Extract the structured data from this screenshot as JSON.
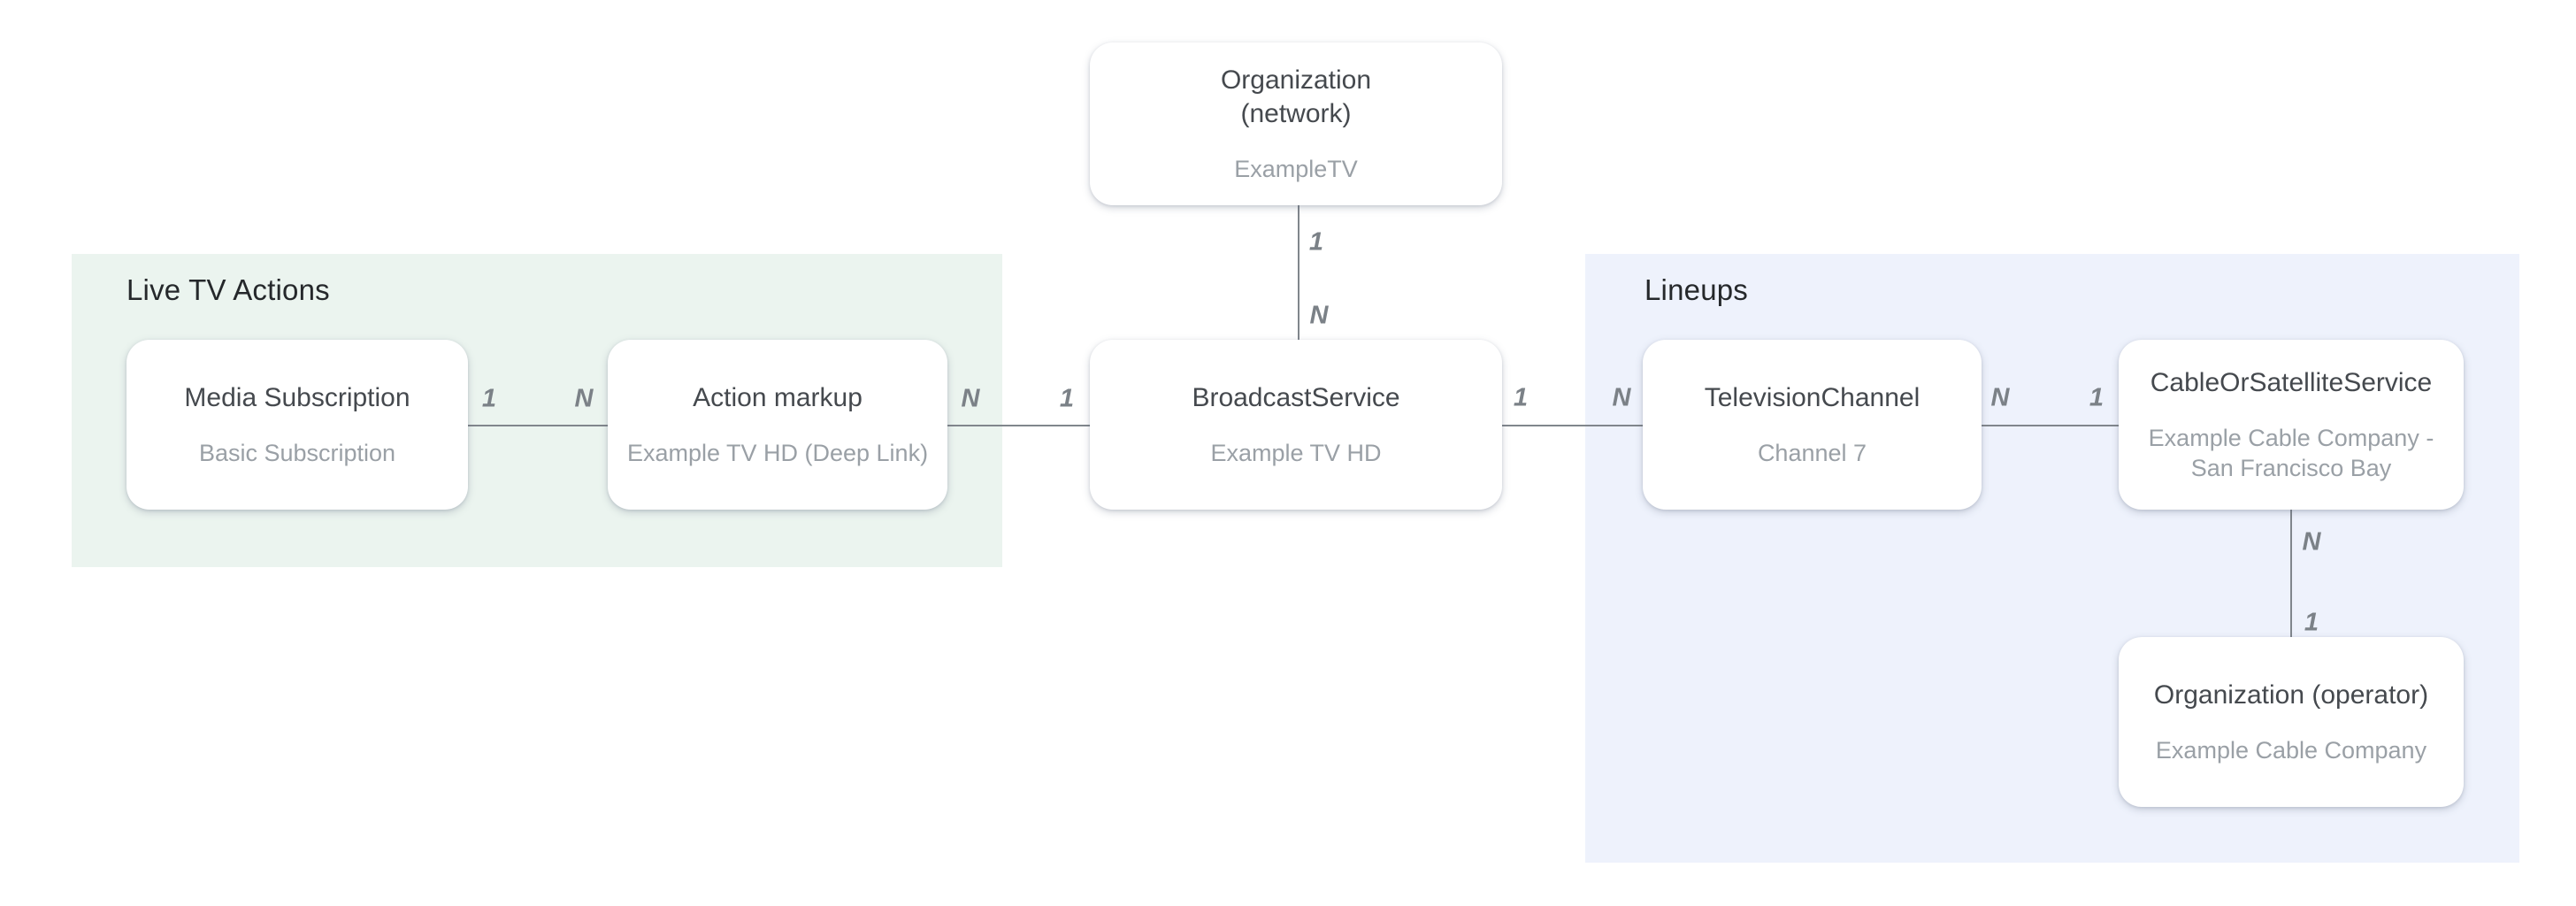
{
  "sections": {
    "live_tv": {
      "label": "Live TV Actions",
      "bg": "#ebf4ef"
    },
    "lineups": {
      "label": "Lineups",
      "bg": "#eef2fc"
    }
  },
  "nodes": {
    "org_network": {
      "title": "Organization (network)",
      "subtitle": "ExampleTV"
    },
    "media_subscription": {
      "title": "Media Subscription",
      "subtitle": "Basic Subscription"
    },
    "action_markup": {
      "title": "Action markup",
      "subtitle": "Example TV HD (Deep Link)"
    },
    "broadcast_service": {
      "title": "BroadcastService",
      "subtitle": "Example TV HD"
    },
    "television_channel": {
      "title": "TelevisionChannel",
      "subtitle": "Channel 7"
    },
    "cable_or_satellite": {
      "title": "CableOrSatelliteService",
      "subtitle": "Example Cable Company - San Francisco Bay"
    },
    "org_operator": {
      "title": "Organization (operator)",
      "subtitle": "Example Cable Company"
    }
  },
  "edges": {
    "network_to_broadcast": {
      "near_label": "1",
      "far_label": "N"
    },
    "media_to_action": {
      "near_label": "1",
      "far_label": "N"
    },
    "action_to_broadcast": {
      "near_label": "N",
      "far_label": "1"
    },
    "broadcast_to_channel": {
      "near_label": "1",
      "far_label": "N"
    },
    "channel_to_cable": {
      "near_label": "N",
      "far_label": "1"
    },
    "cable_to_operator": {
      "near_label": "N",
      "far_label": "1"
    }
  },
  "colors": {
    "connector": "#80868c",
    "cardinality_label": "#7b8187",
    "node_title": "#45494e",
    "node_subtitle": "#9aa0a6",
    "section_title": "#25282b",
    "section_green_bg": "#ebf4ef",
    "section_blue_bg": "#eef2fc",
    "page_bg": "#ffffff"
  }
}
